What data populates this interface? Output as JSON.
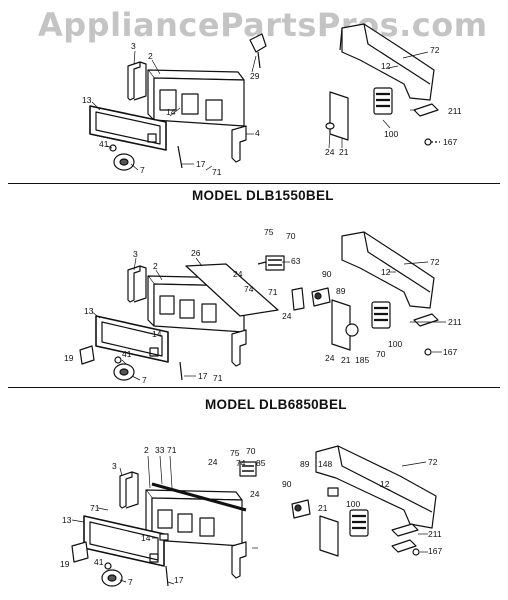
{
  "watermark": "AppliancePartsPros.com",
  "models": [
    "MODEL DLB1550BEL",
    "MODEL DLB6850BEL"
  ],
  "panel1": {
    "labels": [
      "3",
      "2",
      "29",
      "72",
      "12",
      "13",
      "14",
      "211",
      "4",
      "100",
      "41",
      "24",
      "21",
      "167",
      "7",
      "17",
      "71"
    ]
  },
  "panel2": {
    "labels": [
      "75",
      "70",
      "26",
      "3",
      "2",
      "24",
      "63",
      "72",
      "12",
      "74",
      "71",
      "90",
      "89",
      "13",
      "24",
      "211",
      "14",
      "100",
      "41",
      "70",
      "19",
      "24",
      "21",
      "185",
      "167",
      "71",
      "17",
      "7"
    ]
  },
  "panel3": {
    "labels": [
      "2",
      "33",
      "71",
      "75",
      "70",
      "148",
      "72",
      "24",
      "74",
      "85",
      "3",
      "12",
      "89",
      "90",
      "24",
      "71",
      "100",
      "13",
      "211",
      "21",
      "14",
      "19",
      "41",
      "17",
      "7",
      "167"
    ]
  }
}
